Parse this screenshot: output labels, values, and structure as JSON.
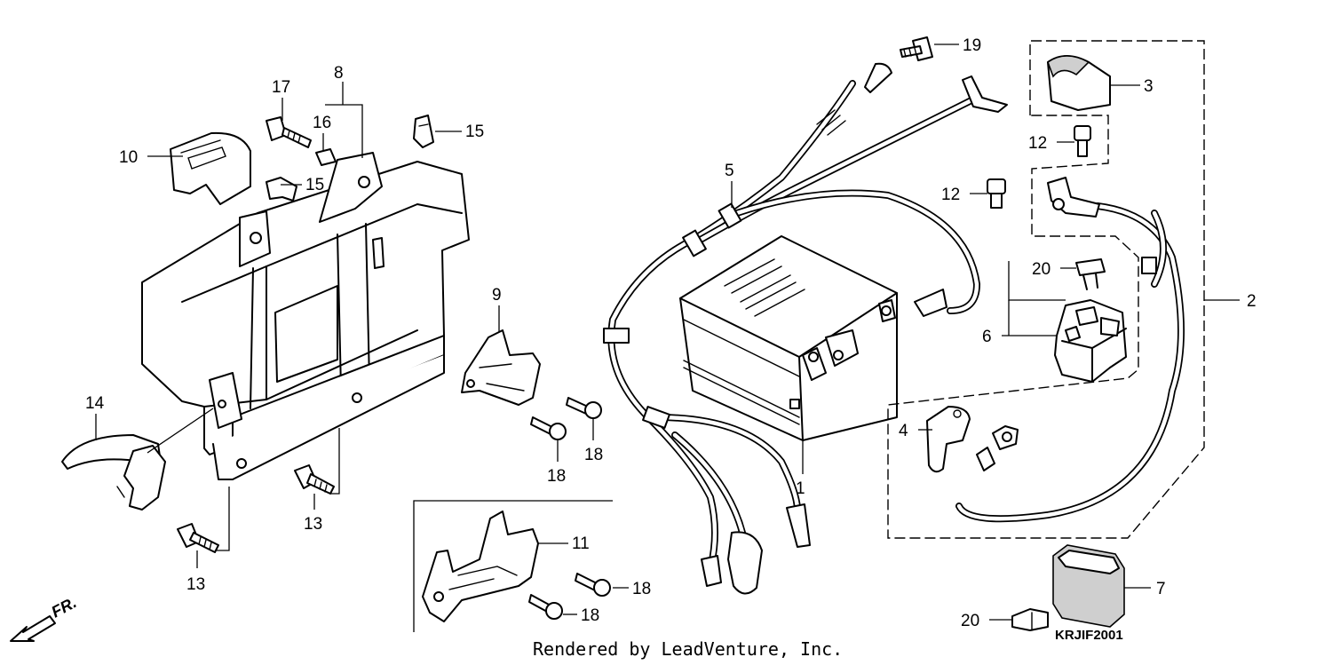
{
  "callouts": {
    "c1": "1",
    "c2": "2",
    "c3": "3",
    "c4": "4",
    "c5": "5",
    "c6": "6",
    "c7": "7",
    "c8": "8",
    "c9": "9",
    "c10": "10",
    "c11": "11",
    "c12a": "12",
    "c12b": "12",
    "c13a": "13",
    "c13b": "13",
    "c14": "14",
    "c15a": "15",
    "c15b": "15",
    "c16": "16",
    "c17": "17",
    "c18a": "18",
    "c18b": "18",
    "c18c": "18",
    "c18d": "18",
    "c19": "19",
    "c20a": "20",
    "c20b": "20"
  },
  "footer": {
    "credit": "Rendered by LeadVenture, Inc.",
    "diagram_code": "KRJIF2001",
    "direction_label": "FR."
  },
  "colors": {
    "line": "#000000",
    "background": "#ffffff",
    "shading": "#cfcfcf"
  }
}
